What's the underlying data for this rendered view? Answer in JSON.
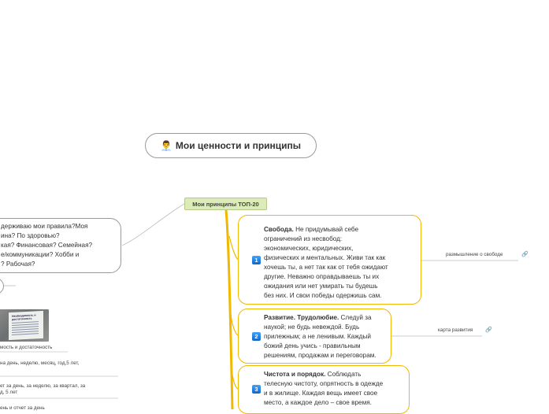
{
  "root": {
    "emoji": "👨‍💼",
    "title": "Мои ценности и принципы"
  },
  "principles_label": "Мои принципы ТОП-20",
  "left_card": {
    "lines": [
      "держиваю мои правила?Моя",
      "ина? По здоровью?",
      "кая? Финансовая? Семейная?",
      "е/коммуникации? Хобби и",
      "? Рабочая?"
    ]
  },
  "thumbnail": {
    "title_line1": "Необходимость и",
    "title_line2": "достаточность"
  },
  "left_items": [
    "мость и достаточность",
    "на день, неделю, месяц, год,5 лет,",
    "ет за день, за неделю, за квартал, за",
    "д, 5 лет",
    "ень и отчет за день"
  ],
  "cards": [
    {
      "number": "1",
      "title": "Свобода.",
      "text_lines": [
        "Не придумывай себе",
        "ограничений из несвобод:",
        "экономических, юридических,",
        "физических и ментальных. Живи так как",
        "хочешь ты, а нет так как от тебя ожидают",
        "другие. Неважно оправдываешь ты их",
        "ожидания или нет умирать ты будешь",
        "без них. И свои победы одержишь сам."
      ],
      "link": "размышление о свободе",
      "link_icon": "🔗"
    },
    {
      "number": "2",
      "title": "Развитие. Трудолюбие.",
      "text_lines": [
        "Следуй за",
        "наукой; не будь невеждой. Будь",
        "прилежным; а не ленивым. Каждый",
        "божий день учись - правильным",
        "решениям, продажам и переговорам."
      ],
      "link": "карта развития",
      "link_icon": "🔗"
    },
    {
      "number": "3",
      "title": "Чистота и порядок.",
      "text_lines": [
        "Соблюдать",
        "телесную чистоту, опрятность в одежде",
        "и в жилище. Каждая вещь имеет свое",
        "место, а каждое дело – свое время."
      ]
    }
  ],
  "colors": {
    "card_border": "#f0b800",
    "branch": "#f0b800",
    "label_bg": "#dcecb8"
  }
}
